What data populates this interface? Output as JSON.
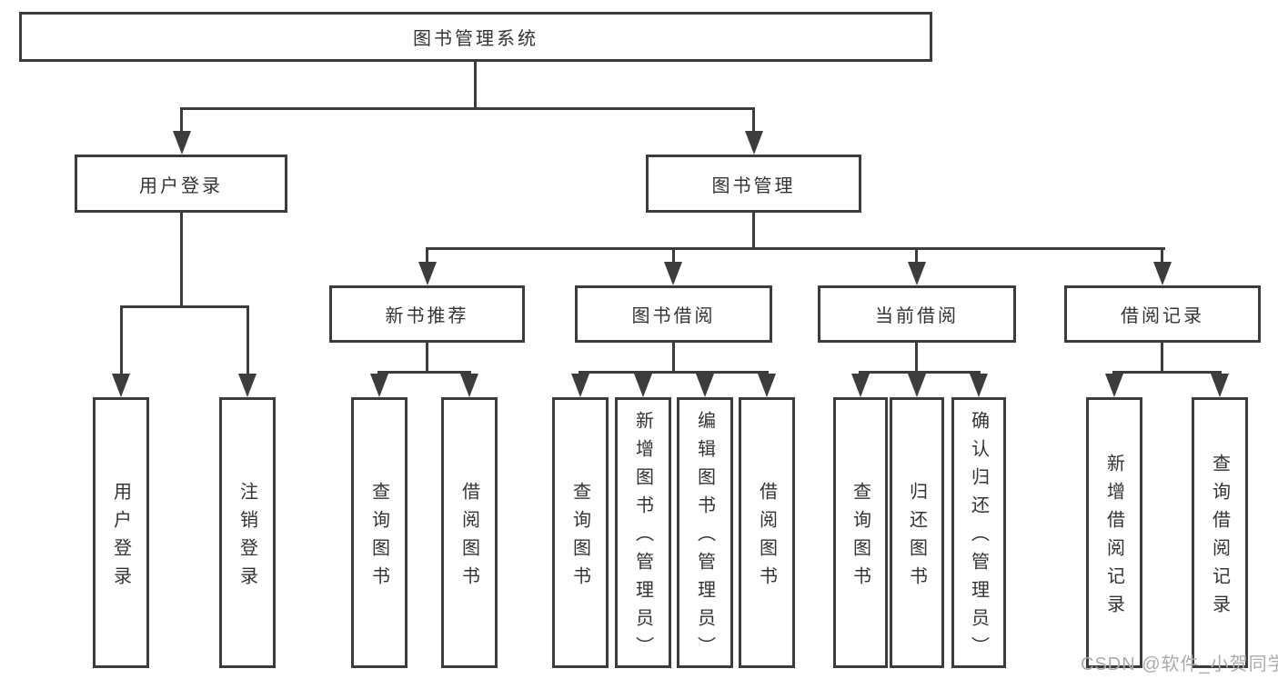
{
  "diagram": {
    "root": {
      "label": "图书管理系统"
    },
    "branches": [
      {
        "label": "用户登录",
        "children": [
          {
            "label": "用户登录"
          },
          {
            "label": "注销登录"
          }
        ]
      },
      {
        "label": "图书管理",
        "children": [
          {
            "label": "新书推荐",
            "children": [
              {
                "label": "查询图书"
              },
              {
                "label": "借阅图书"
              }
            ]
          },
          {
            "label": "图书借阅",
            "children": [
              {
                "label": "查询图书"
              },
              {
                "label": "新增图书（管理员）"
              },
              {
                "label": "编辑图书（管理员）"
              },
              {
                "label": "借阅图书"
              }
            ]
          },
          {
            "label": "当前借阅",
            "children": [
              {
                "label": "查询图书"
              },
              {
                "label": "归还图书"
              },
              {
                "label": "确认归还（管理员）"
              }
            ]
          },
          {
            "label": "借阅记录",
            "children": [
              {
                "label": "新增借阅记录"
              },
              {
                "label": "查询借阅记录"
              }
            ]
          }
        ]
      }
    ]
  },
  "watermark": {
    "text": "CSDN @软件_小贺同学"
  },
  "colors": {
    "line": "#3c3c3c",
    "text": "#333333",
    "watermark": "#ababab",
    "background": "#ffffff"
  }
}
